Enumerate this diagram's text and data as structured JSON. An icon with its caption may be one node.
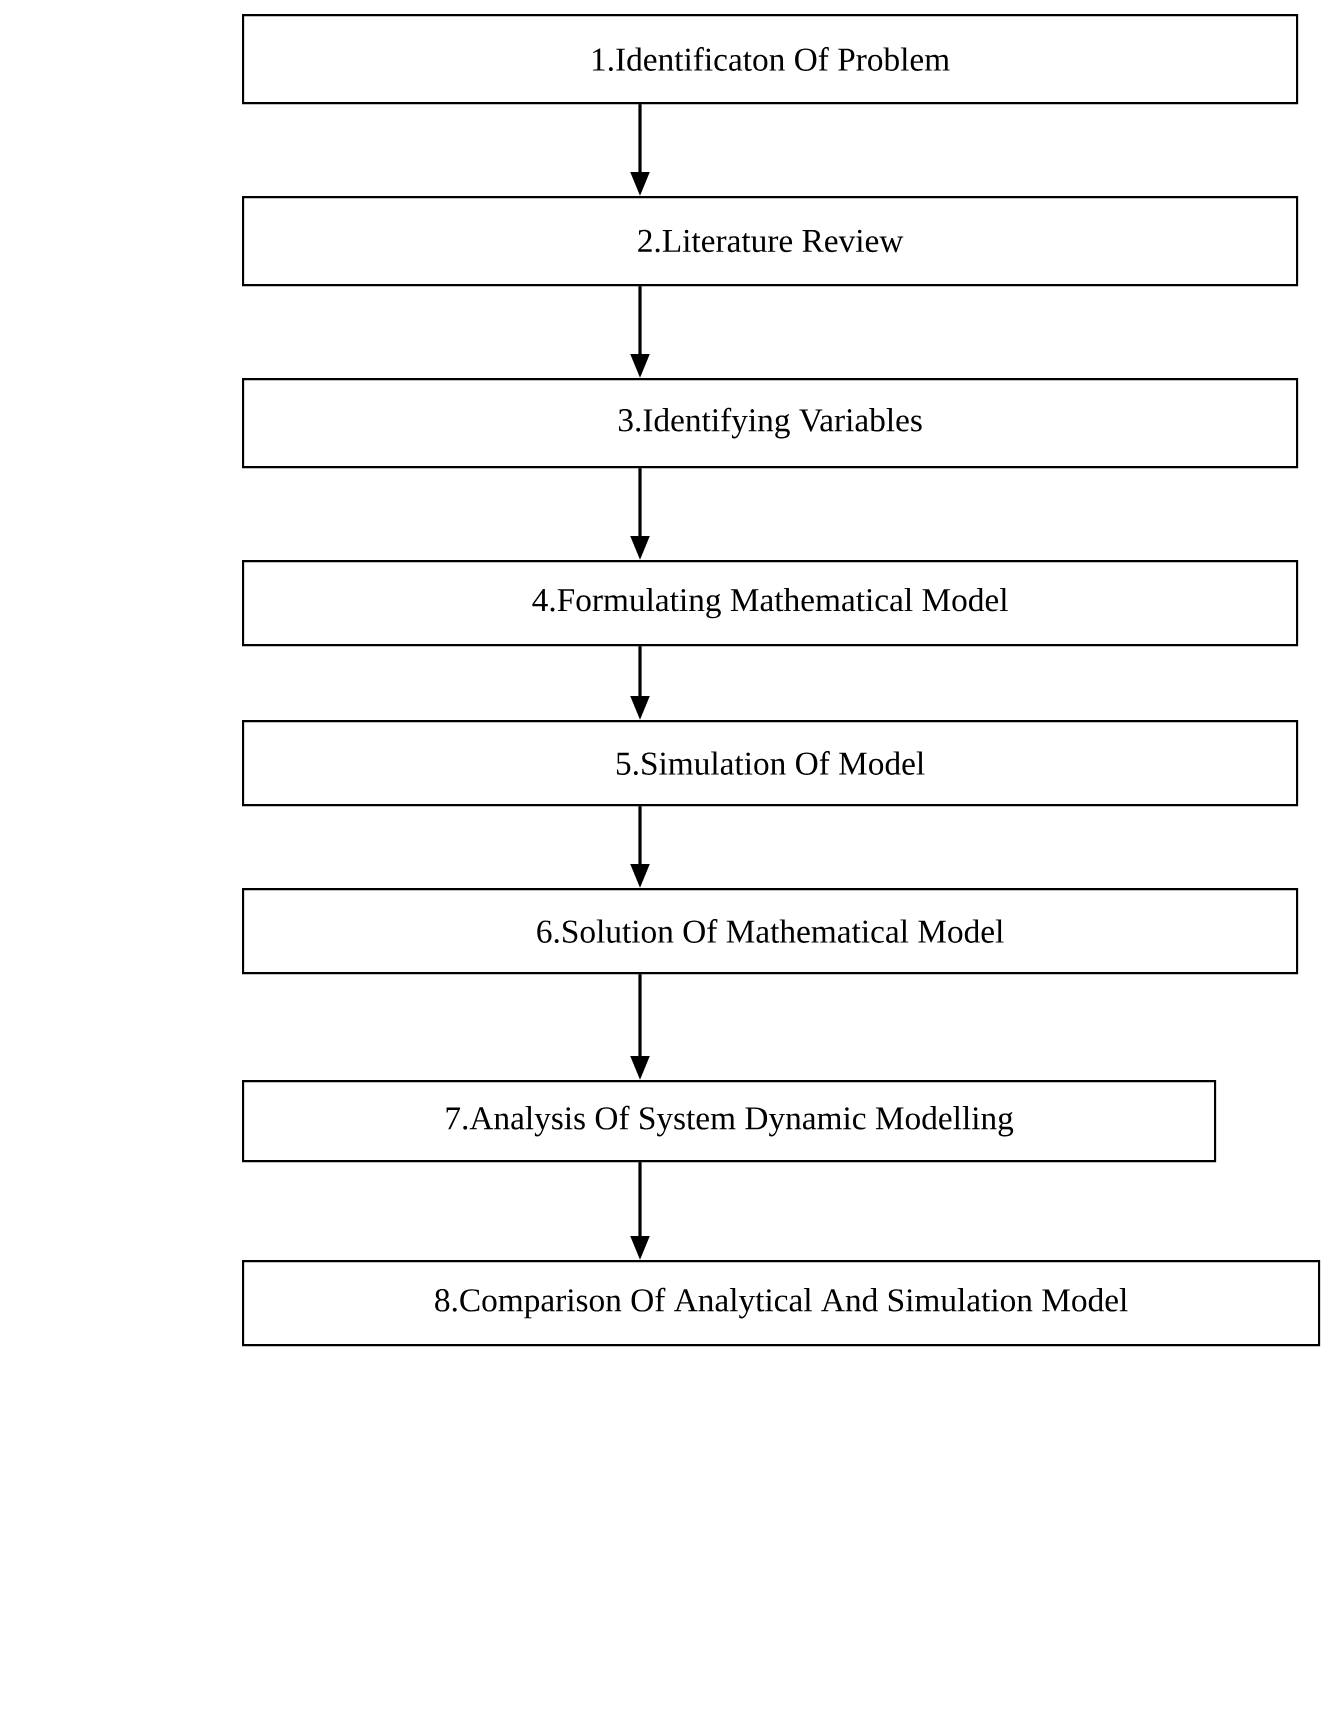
{
  "diagram": {
    "nodes": [
      {
        "text": [
          "1.Identificaton Of Problem"
        ]
      },
      {
        "text": [
          "2.Literature Review"
        ]
      },
      {
        "text": [
          "3.Identifying  Variables"
        ]
      },
      {
        "text": [
          "4.Formulating Mathematical  Model"
        ]
      },
      {
        "text": [
          "5.Simulation Of Model"
        ]
      },
      {
        "text": [
          "6.Solution Of Mathematical Model"
        ]
      },
      {
        "text": [
          "7.Analysis Of System Dynamic Modelling"
        ]
      },
      {
        "text": [
          "8.Comparison Of Analytical And Simulation Model"
        ]
      }
    ],
    "edges": [
      {
        "from": 0,
        "to": 1,
        "arrow": "to"
      },
      {
        "from": 1,
        "to": 2,
        "arrow": "to"
      },
      {
        "from": 2,
        "to": 3,
        "arrow": "to"
      },
      {
        "from": 3,
        "to": 4,
        "arrow": "to"
      },
      {
        "from": 4,
        "to": 5,
        "arrow": "to"
      },
      {
        "from": 5,
        "to": 6,
        "arrow": "to"
      },
      {
        "from": 6,
        "to": 7,
        "arrow": "to"
      }
    ]
  }
}
